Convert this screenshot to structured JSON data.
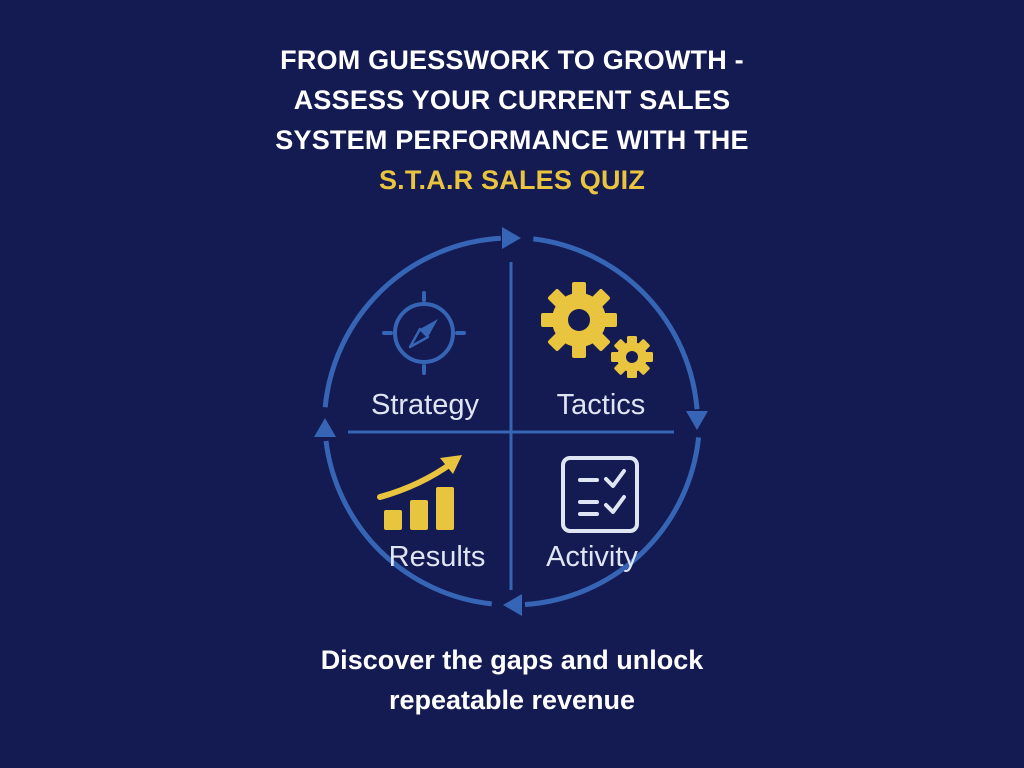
{
  "headline": {
    "line1": "FROM GUESSWORK TO GROWTH -",
    "line2": "ASSESS YOUR CURRENT SALES",
    "line3": "SYSTEM PERFORMANCE WITH THE",
    "line4": "S.T.A.R SALES QUIZ"
  },
  "quadrants": {
    "strategy": {
      "label": "Strategy",
      "icon": "compass-icon"
    },
    "tactics": {
      "label": "Tactics",
      "icon": "gears-icon"
    },
    "results": {
      "label": "Results",
      "icon": "growth-chart-icon"
    },
    "activity": {
      "label": "Activity",
      "icon": "checklist-icon"
    }
  },
  "tagline": {
    "line1": "Discover the gaps and unlock",
    "line2": "repeatable revenue"
  },
  "colors": {
    "background": "#141a52",
    "accent": "#e9c43f",
    "ring": "#3565b4",
    "text": "#ffffff"
  }
}
